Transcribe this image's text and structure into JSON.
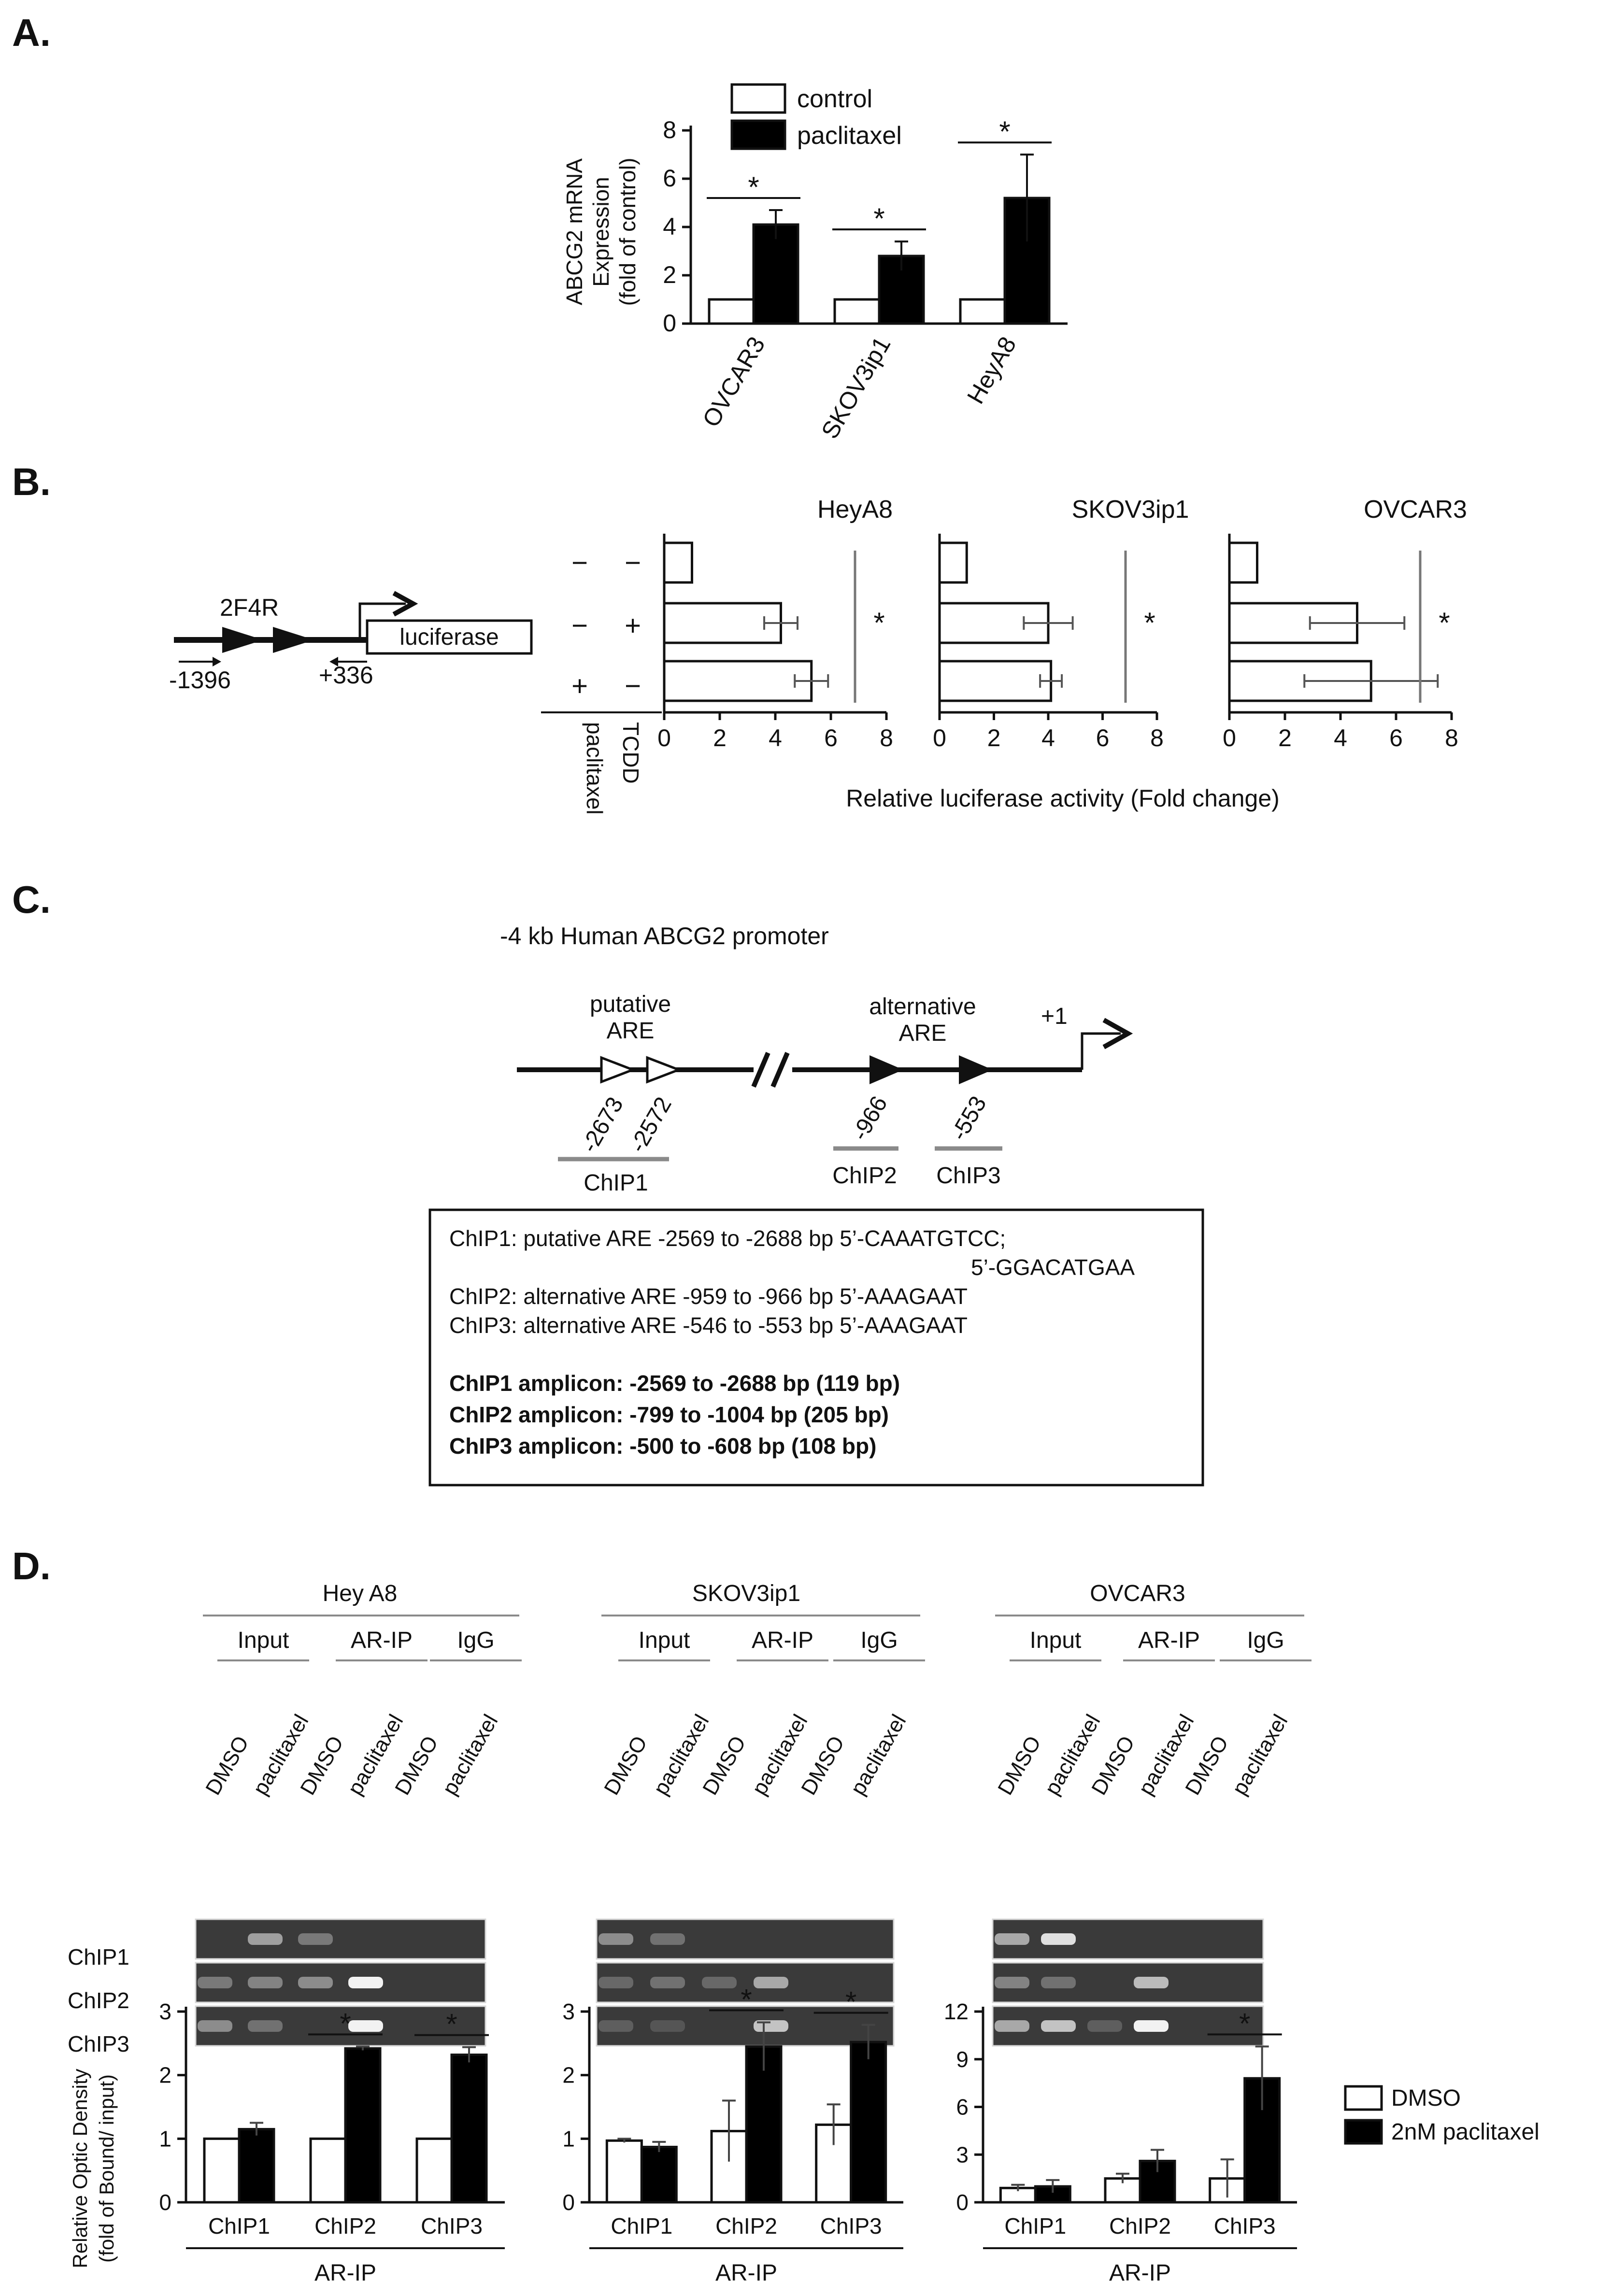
{
  "panels": {
    "A": "A.",
    "B": "B.",
    "C": "C.",
    "D": "D."
  },
  "panelA": {
    "legend": [
      "control",
      "paclitaxel"
    ],
    "chart_data": {
      "type": "bar",
      "categories": [
        "OVCAR3",
        "SKOV3ip1",
        "HeyA8"
      ],
      "series": [
        {
          "name": "control",
          "values": [
            1,
            1,
            1
          ],
          "errors": [
            0,
            0,
            0
          ]
        },
        {
          "name": "paclitaxel",
          "values": [
            4.1,
            2.8,
            5.2
          ],
          "errors": [
            0.6,
            0.6,
            1.8
          ]
        }
      ],
      "ylabel_lines": [
        "ABCG2 mRNA",
        "Expression",
        "(fold of control)"
      ],
      "ylim": [
        0,
        8
      ],
      "yticks": [
        0,
        2,
        4,
        6,
        8
      ],
      "significance": "*",
      "colors": {
        "control": "#ffffff",
        "paclitaxel": "#000000"
      }
    }
  },
  "panelB": {
    "construct": {
      "name": "2F4R",
      "reporter": "luciferase",
      "start": "-1396",
      "end": "+336"
    },
    "treatment_labels": [
      "paclitaxel",
      "TCDD"
    ],
    "conditions": [
      {
        "paclitaxel": "−",
        "tcdd": "−"
      },
      {
        "paclitaxel": "−",
        "tcdd": "+"
      },
      {
        "paclitaxel": "+",
        "tcdd": "−"
      }
    ],
    "xlabel": "Relative luciferase activity (Fold change)",
    "chart_data": [
      {
        "type": "bar",
        "orientation": "horizontal",
        "title": "HeyA8",
        "values": [
          1,
          4.2,
          5.3
        ],
        "errors": [
          0,
          0.6,
          0.6
        ],
        "xlim": [
          0,
          8
        ],
        "xticks": [
          0,
          2,
          4,
          6,
          8
        ],
        "significance": "*"
      },
      {
        "type": "bar",
        "orientation": "horizontal",
        "title": "SKOV3ip1",
        "values": [
          1,
          4.0,
          4.1
        ],
        "errors": [
          0,
          0.9,
          0.4
        ],
        "xlim": [
          0,
          8
        ],
        "xticks": [
          0,
          2,
          4,
          6,
          8
        ],
        "significance": "*"
      },
      {
        "type": "bar",
        "orientation": "horizontal",
        "title": "OVCAR3",
        "values": [
          1,
          4.6,
          5.1
        ],
        "errors": [
          0,
          1.7,
          2.4
        ],
        "xlim": [
          0,
          8
        ],
        "xticks": [
          0,
          2,
          4,
          6,
          8
        ],
        "significance": "*"
      }
    ]
  },
  "panelC": {
    "title": "-4 kb Human ABCG2 promoter",
    "putative": [
      "putative",
      "ARE"
    ],
    "alternative": [
      "alternative",
      "ARE"
    ],
    "tss": "+1",
    "positions": [
      "-2673",
      "-2572",
      "-966",
      "-553"
    ],
    "amplicons": [
      "ChIP1",
      "ChIP2",
      "ChIP3"
    ],
    "box_lines": [
      "ChIP1: putative ARE -2569 to -2688 bp 5’-CAAATGTCC;",
      "5’-GGACATGAA",
      "ChIP2: alternative ARE -959 to -966 bp 5’-AAAGAAT",
      "ChIP3: alternative ARE -546 to -553 bp 5’-AAAGAAT"
    ],
    "box_bold_lines": [
      "ChIP1 amplicon: -2569 to -2688 bp (119 bp)",
      "ChIP2 amplicon: -799 to -1004 bp (205 bp)",
      "ChIP3 amplicon: -500 to -608 bp (108 bp)"
    ]
  },
  "panelD": {
    "cell_lines": [
      "Hey A8",
      "SKOV3ip1",
      "OVCAR3"
    ],
    "groups": [
      "Input",
      "AR-IP",
      "IgG"
    ],
    "lanes": [
      "DMSO",
      "paclitaxel",
      "DMSO",
      "paclitaxel",
      "DMSO",
      "paclitaxel"
    ],
    "rows": [
      "ChIP1",
      "ChIP2",
      "ChIP3"
    ],
    "ylabel_lines": [
      "Relative Optic Density",
      "(fold of Bound/ input)"
    ],
    "footer": "AR-IP",
    "legend": [
      "DMSO",
      "2nM paclitaxel"
    ],
    "chart_data": [
      {
        "type": "bar",
        "title": "Hey A8",
        "categories": [
          "ChIP1",
          "ChIP2",
          "ChIP3"
        ],
        "series": [
          {
            "name": "DMSO",
            "values": [
              1,
              1,
              1
            ],
            "errors": [
              0,
              0,
              0
            ]
          },
          {
            "name": "2nM paclitaxel",
            "values": [
              1.15,
              2.42,
              2.32
            ],
            "errors": [
              0.1,
              0.03,
              0.12
            ]
          }
        ],
        "ylim": [
          0,
          3
        ],
        "yticks": [
          0,
          1,
          2,
          3
        ],
        "significance": [
          "",
          "*",
          "*"
        ]
      },
      {
        "type": "bar",
        "title": "SKOV3ip1",
        "categories": [
          "ChIP1",
          "ChIP2",
          "ChIP3"
        ],
        "series": [
          {
            "name": "DMSO",
            "values": [
              0.97,
              1.12,
              1.22
            ],
            "errors": [
              0.03,
              0.48,
              0.32
            ]
          },
          {
            "name": "2nM paclitaxel",
            "values": [
              0.87,
              2.45,
              2.52
            ],
            "errors": [
              0.08,
              0.38,
              0.27
            ]
          }
        ],
        "ylim": [
          0,
          3
        ],
        "yticks": [
          0,
          1,
          2,
          3
        ],
        "significance": [
          "",
          "*",
          "*"
        ]
      },
      {
        "type": "bar",
        "title": "OVCAR3",
        "categories": [
          "ChIP1",
          "ChIP2",
          "ChIP3"
        ],
        "series": [
          {
            "name": "DMSO",
            "values": [
              0.9,
              1.5,
              1.5
            ],
            "errors": [
              0.2,
              0.3,
              1.2
            ]
          },
          {
            "name": "2nM paclitaxel",
            "values": [
              1.0,
              2.6,
              7.8
            ],
            "errors": [
              0.4,
              0.7,
              2.0
            ]
          }
        ],
        "ylim": [
          0,
          12
        ],
        "yticks": [
          0,
          3,
          6,
          9,
          12
        ],
        "significance": [
          "",
          "",
          "*"
        ]
      }
    ]
  }
}
